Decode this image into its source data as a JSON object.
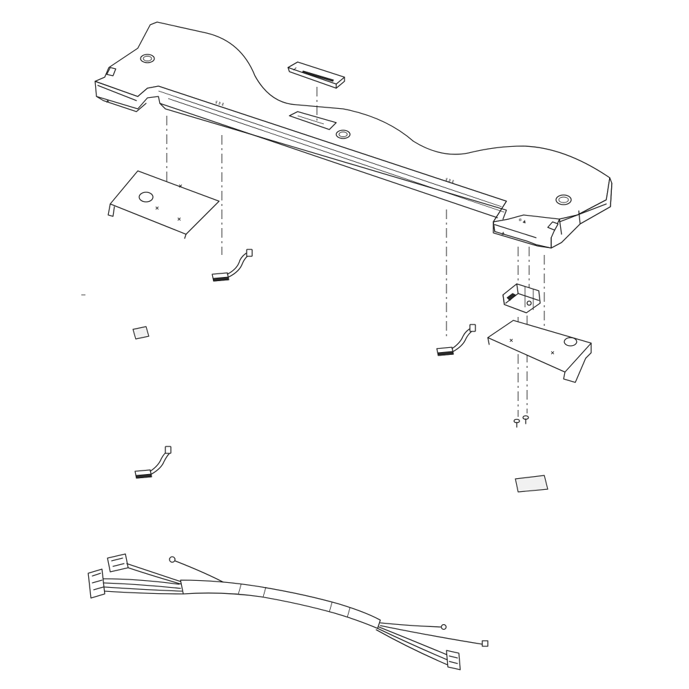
{
  "diagram": {
    "kind": "exploded parts diagram",
    "line_color": "#1a1a1a",
    "background": "#ffffff",
    "parts": [
      {
        "id": "top-cover",
        "icon": "cover-panel-icon"
      },
      {
        "id": "cover-label",
        "icon": "label-plate-icon"
      },
      {
        "id": "left-bracket",
        "icon": "mounting-bracket-icon"
      },
      {
        "id": "right-bracket",
        "icon": "mounting-bracket-icon"
      },
      {
        "id": "led-harness-a",
        "icon": "led-light-icon"
      },
      {
        "id": "led-harness-b",
        "icon": "led-light-icon"
      },
      {
        "id": "led-harness-c",
        "icon": "led-light-icon"
      },
      {
        "id": "light-switch",
        "icon": "switch-icon"
      },
      {
        "id": "screws",
        "icon": "screw-icon"
      },
      {
        "id": "pad-a",
        "icon": "pad-icon"
      },
      {
        "id": "pad-b",
        "icon": "pad-icon"
      },
      {
        "id": "wire-harness",
        "icon": "wire-harness-icon"
      }
    ]
  }
}
